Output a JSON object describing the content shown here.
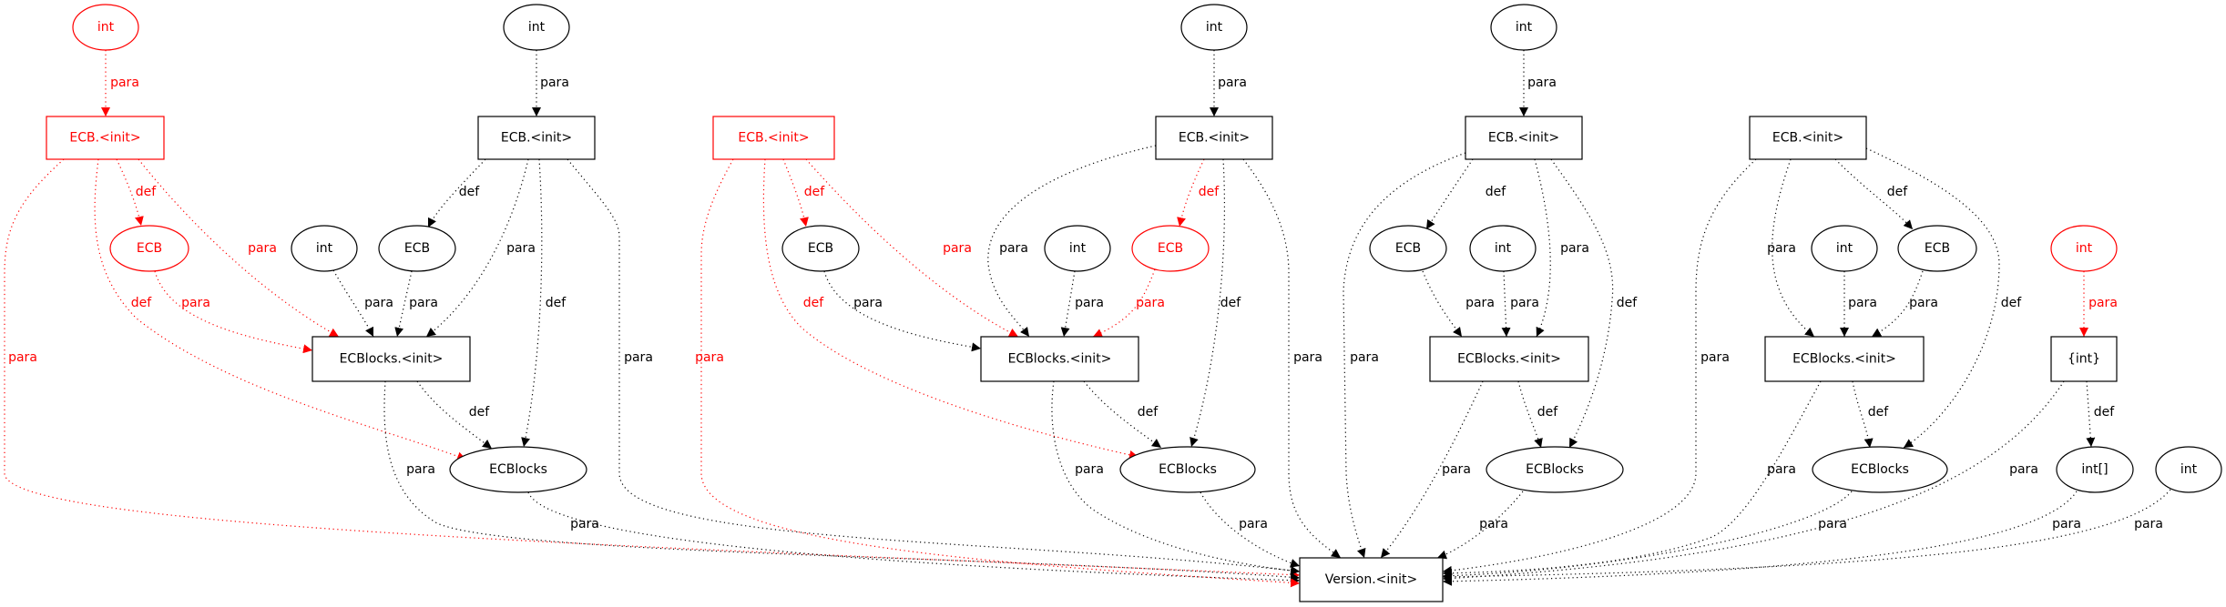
{
  "colors": {
    "default": "#000000",
    "highlight": "#ff0000",
    "background": "#ffffff"
  },
  "nodes": [
    {
      "id": "n0",
      "label": "int",
      "shape": "ellipse",
      "color": "highlight"
    },
    {
      "id": "n1",
      "label": "ECB.<init>",
      "shape": "box",
      "color": "highlight"
    },
    {
      "id": "n2",
      "label": "ECB",
      "shape": "ellipse",
      "color": "highlight"
    },
    {
      "id": "n3",
      "label": "int",
      "shape": "ellipse",
      "color": "default"
    },
    {
      "id": "n4",
      "label": "ECB.<init>",
      "shape": "box",
      "color": "default"
    },
    {
      "id": "n5",
      "label": "int",
      "shape": "ellipse",
      "color": "default"
    },
    {
      "id": "n6",
      "label": "ECB",
      "shape": "ellipse",
      "color": "default"
    },
    {
      "id": "n7",
      "label": "ECBlocks.<init>",
      "shape": "box",
      "color": "default"
    },
    {
      "id": "n8",
      "label": "ECBlocks",
      "shape": "ellipse",
      "color": "default"
    },
    {
      "id": "n9",
      "label": "ECB.<init>",
      "shape": "box",
      "color": "highlight"
    },
    {
      "id": "n10",
      "label": "ECB",
      "shape": "ellipse",
      "color": "default"
    },
    {
      "id": "n11",
      "label": "int",
      "shape": "ellipse",
      "color": "default"
    },
    {
      "id": "n12",
      "label": "ECB.<init>",
      "shape": "box",
      "color": "default"
    },
    {
      "id": "n13",
      "label": "int",
      "shape": "ellipse",
      "color": "default"
    },
    {
      "id": "n14",
      "label": "ECB",
      "shape": "ellipse",
      "color": "highlight"
    },
    {
      "id": "n15",
      "label": "ECBlocks.<init>",
      "shape": "box",
      "color": "default"
    },
    {
      "id": "n16",
      "label": "ECBlocks",
      "shape": "ellipse",
      "color": "default"
    },
    {
      "id": "n17",
      "label": "Version.<init>",
      "shape": "box",
      "color": "default"
    },
    {
      "id": "n18",
      "label": "int",
      "shape": "ellipse",
      "color": "default"
    },
    {
      "id": "n19",
      "label": "ECB.<init>",
      "shape": "box",
      "color": "default"
    },
    {
      "id": "n20",
      "label": "ECB",
      "shape": "ellipse",
      "color": "default"
    },
    {
      "id": "n21",
      "label": "int",
      "shape": "ellipse",
      "color": "default"
    },
    {
      "id": "n22",
      "label": "ECBlocks.<init>",
      "shape": "box",
      "color": "default"
    },
    {
      "id": "n23",
      "label": "ECBlocks",
      "shape": "ellipse",
      "color": "default"
    },
    {
      "id": "n24",
      "label": "ECB.<init>",
      "shape": "box",
      "color": "default"
    },
    {
      "id": "n25",
      "label": "int",
      "shape": "ellipse",
      "color": "default"
    },
    {
      "id": "n26",
      "label": "ECB",
      "shape": "ellipse",
      "color": "default"
    },
    {
      "id": "n27",
      "label": "ECBlocks.<init>",
      "shape": "box",
      "color": "default"
    },
    {
      "id": "n28",
      "label": "ECBlocks",
      "shape": "ellipse",
      "color": "default"
    },
    {
      "id": "n29",
      "label": "int",
      "shape": "ellipse",
      "color": "highlight"
    },
    {
      "id": "n30",
      "label": "{int}",
      "shape": "box",
      "color": "default"
    },
    {
      "id": "n31",
      "label": "int[]",
      "shape": "ellipse",
      "color": "default"
    },
    {
      "id": "n32",
      "label": "int",
      "shape": "ellipse",
      "color": "default"
    }
  ],
  "edges": [
    {
      "from": "n0",
      "to": "n1",
      "label": "para",
      "color": "highlight"
    },
    {
      "from": "n1",
      "to": "n2",
      "label": "def",
      "color": "highlight"
    },
    {
      "from": "n1",
      "to": "n7",
      "label": "para",
      "color": "highlight"
    },
    {
      "from": "n1",
      "to": "n8",
      "label": "def",
      "color": "highlight"
    },
    {
      "from": "n1",
      "to": "n17",
      "label": "para",
      "color": "highlight"
    },
    {
      "from": "n2",
      "to": "n7",
      "label": "para",
      "color": "highlight"
    },
    {
      "from": "n3",
      "to": "n4",
      "label": "para",
      "color": "default"
    },
    {
      "from": "n4",
      "to": "n6",
      "label": "def",
      "color": "default"
    },
    {
      "from": "n4",
      "to": "n7",
      "label": "para",
      "color": "default"
    },
    {
      "from": "n4",
      "to": "n8",
      "label": "def",
      "color": "default"
    },
    {
      "from": "n4",
      "to": "n17",
      "label": "para",
      "color": "default"
    },
    {
      "from": "n5",
      "to": "n7",
      "label": "para",
      "color": "default"
    },
    {
      "from": "n6",
      "to": "n7",
      "label": "para",
      "color": "default"
    },
    {
      "from": "n7",
      "to": "n8",
      "label": "def",
      "color": "default"
    },
    {
      "from": "n7",
      "to": "n17",
      "label": "para",
      "color": "default"
    },
    {
      "from": "n8",
      "to": "n17",
      "label": "para",
      "color": "default"
    },
    {
      "from": "n9",
      "to": "n10",
      "label": "def",
      "color": "highlight"
    },
    {
      "from": "n9",
      "to": "n15",
      "label": "para",
      "color": "highlight"
    },
    {
      "from": "n9",
      "to": "n16",
      "label": "def",
      "color": "highlight"
    },
    {
      "from": "n9",
      "to": "n17",
      "label": "para",
      "color": "highlight"
    },
    {
      "from": "n10",
      "to": "n15",
      "label": "para",
      "color": "default"
    },
    {
      "from": "n11",
      "to": "n12",
      "label": "para",
      "color": "default"
    },
    {
      "from": "n12",
      "to": "n15",
      "label": "para",
      "color": "default"
    },
    {
      "from": "n12",
      "to": "n14",
      "label": "def",
      "color": "highlight"
    },
    {
      "from": "n14",
      "to": "n15",
      "label": "para",
      "color": "highlight"
    },
    {
      "from": "n13",
      "to": "n15",
      "label": "para",
      "color": "default"
    },
    {
      "from": "n12",
      "to": "n16",
      "label": "def",
      "color": "default"
    },
    {
      "from": "n12",
      "to": "n17",
      "label": "para",
      "color": "default"
    },
    {
      "from": "n15",
      "to": "n16",
      "label": "def",
      "color": "default"
    },
    {
      "from": "n15",
      "to": "n17",
      "label": "para",
      "color": "default"
    },
    {
      "from": "n16",
      "to": "n17",
      "label": "para",
      "color": "default"
    },
    {
      "from": "n18",
      "to": "n19",
      "label": "para",
      "color": "default"
    },
    {
      "from": "n19",
      "to": "n17",
      "label": "para",
      "color": "default"
    },
    {
      "from": "n19",
      "to": "n20",
      "label": "def",
      "color": "default"
    },
    {
      "from": "n19",
      "to": "n22",
      "label": "para",
      "color": "default"
    },
    {
      "from": "n19",
      "to": "n23",
      "label": "def",
      "color": "default"
    },
    {
      "from": "n20",
      "to": "n22",
      "label": "para",
      "color": "default"
    },
    {
      "from": "n21",
      "to": "n22",
      "label": "para",
      "color": "default"
    },
    {
      "from": "n22",
      "to": "n23",
      "label": "def",
      "color": "default"
    },
    {
      "from": "n22",
      "to": "n17",
      "label": "para",
      "color": "default"
    },
    {
      "from": "n23",
      "to": "n17",
      "label": "para",
      "color": "default"
    },
    {
      "from": "n24",
      "to": "n17",
      "label": "para",
      "color": "default"
    },
    {
      "from": "n24",
      "to": "n27",
      "label": "para",
      "color": "default"
    },
    {
      "from": "n24",
      "to": "n26",
      "label": "def",
      "color": "default"
    },
    {
      "from": "n24",
      "to": "n28",
      "label": "def",
      "color": "default"
    },
    {
      "from": "n25",
      "to": "n27",
      "label": "para",
      "color": "default"
    },
    {
      "from": "n26",
      "to": "n27",
      "label": "para",
      "color": "default"
    },
    {
      "from": "n27",
      "to": "n28",
      "label": "def",
      "color": "default"
    },
    {
      "from": "n27",
      "to": "n17",
      "label": "para",
      "color": "default"
    },
    {
      "from": "n28",
      "to": "n17",
      "label": "para",
      "color": "default"
    },
    {
      "from": "n29",
      "to": "n30",
      "label": "para",
      "color": "highlight"
    },
    {
      "from": "n30",
      "to": "n31",
      "label": "def",
      "color": "default"
    },
    {
      "from": "n30",
      "to": "n17",
      "label": "para",
      "color": "default"
    },
    {
      "from": "n31",
      "to": "n17",
      "label": "para",
      "color": "default"
    },
    {
      "from": "n32",
      "to": "n17",
      "label": "para",
      "color": "default"
    }
  ]
}
